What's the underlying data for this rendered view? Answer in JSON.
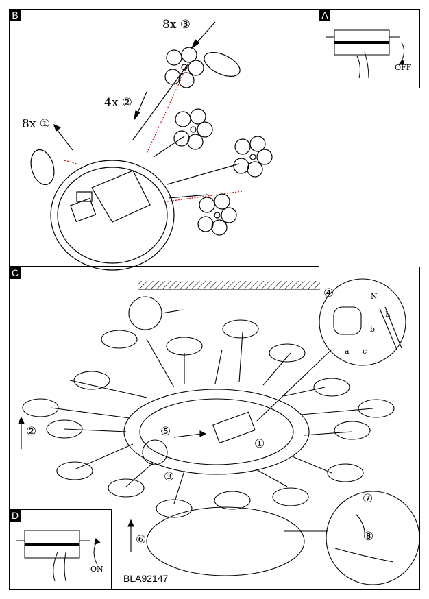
{
  "panels": {
    "A": {
      "letter": "A",
      "action": "OFF"
    },
    "B": {
      "letter": "B",
      "step3": "8x ③",
      "step2": "4x ②",
      "step1": "8x ①"
    },
    "C": {
      "letter": "C",
      "n4": "④",
      "n5": "⑤",
      "n3": "③",
      "n1": "①",
      "n2": "②",
      "n6": "⑥",
      "n7": "⑦",
      "n8": "⑧",
      "wire_N": "N",
      "wire_L": "L",
      "wire_a": "a",
      "wire_b": "b",
      "wire_c": "c"
    },
    "D": {
      "letter": "D",
      "action": "ON"
    }
  },
  "model_code": "BLA92147"
}
